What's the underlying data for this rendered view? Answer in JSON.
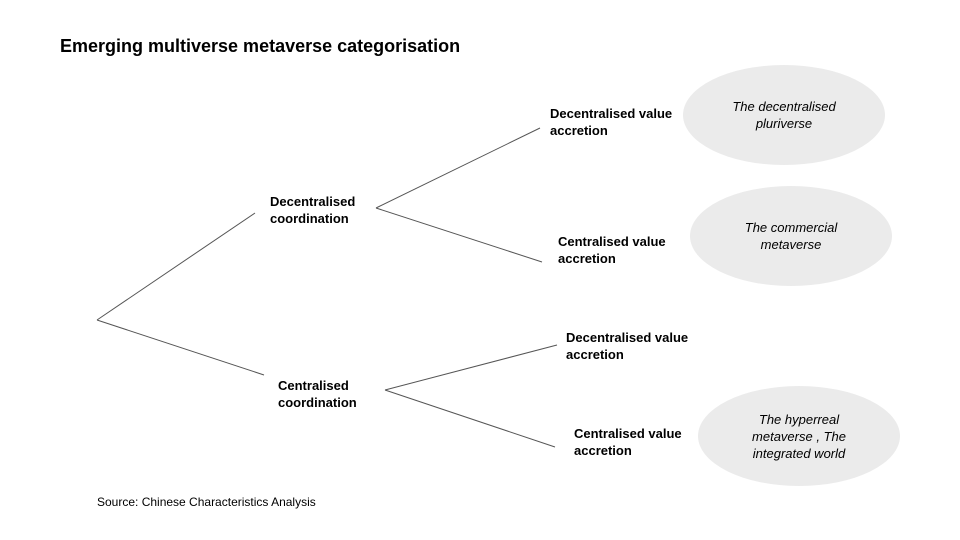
{
  "title": "Emerging multiverse metaverse categorisation",
  "nodes": {
    "decentralised_coordination": "Decentralised coordination",
    "centralised_coordination": "Centralised coordination",
    "dc_decentralised_value": "Decentralised value accretion",
    "dc_centralised_value": "Centralised value accretion",
    "cc_decentralised_value": "Decentralised value accretion",
    "cc_centralised_value": "Centralised value accretion"
  },
  "outcomes": {
    "pluriverse": "The decentralised pluriverse",
    "commercial": "The commercial metaverse",
    "hyperreal": "The hyperreal metaverse , The integrated world"
  },
  "source": "Source: Chinese Characteristics Analysis",
  "colors": {
    "ellipse_fill": "#ebebeb",
    "line": "#555555"
  }
}
